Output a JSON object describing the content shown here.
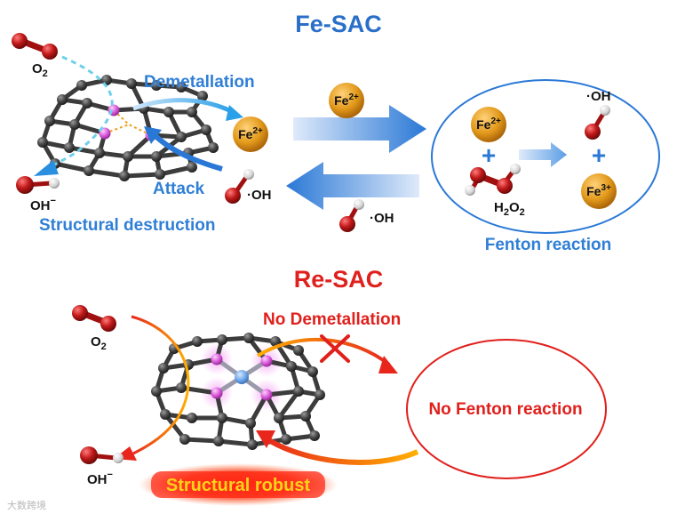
{
  "fe_sac": {
    "title": "Fe-SAC",
    "o2_label": "O",
    "o2_sub": "2",
    "demetallation_label": "Demetallation",
    "attack_label": "Attack",
    "oh_minus_label": "OH",
    "oh_minus_sup": "−",
    "structural_destruction_label": "Structural destruction",
    "oh_radical_label": "·OH",
    "fe2_label": "Fe",
    "fe2_sup": "2+",
    "fenton": {
      "fe2_label": "Fe",
      "fe2_sup": "2+",
      "plus": "+",
      "h2o2_label": "H",
      "h2o2_sub1": "2",
      "h2o2_o": "O",
      "h2o2_sub2": "2",
      "oh_radical_label": "·OH",
      "fe3_label": "Fe",
      "fe3_sup": "3+",
      "caption": "Fenton reaction"
    }
  },
  "re_sac": {
    "title": "Re-SAC",
    "o2_label": "O",
    "o2_sub": "2",
    "no_demetallation_label": "No Demetallation",
    "no_fenton_label": "No Fenton reaction",
    "oh_minus_label": "OH",
    "oh_minus_sup": "−",
    "structural_robust_label": "Structural robust"
  },
  "watermark": "大数跨境",
  "colors": {
    "fe_title": "#2a6fc9",
    "re_title": "#e0201c",
    "blue_text": "#2f7fd6",
    "red_text": "#e0201c",
    "fe_ion": "#e39a1c",
    "oxygen": "#c01818",
    "nitrogen": "#e070e0",
    "carbon": "#4a4a4a",
    "rhenium": "#6fa6e8"
  }
}
